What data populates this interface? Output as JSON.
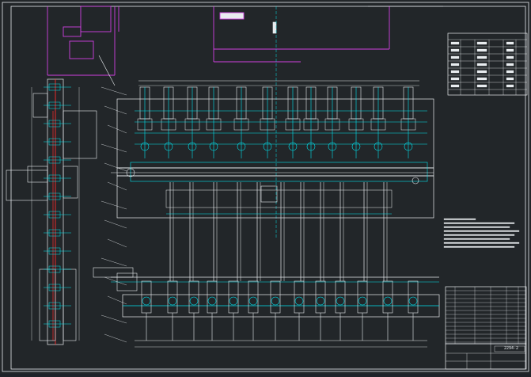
{
  "drawing": {
    "background": "#222629",
    "line_white": "#e8ecef",
    "line_cyan": "#00e5f0",
    "line_magenta": "#d040e0",
    "line_red": "#ff2a2a",
    "line_yellow": "#e8e030",
    "title_text": "2294-2"
  },
  "views": {
    "side_view": "side-elevation",
    "front_view": "front-elevation",
    "layout_view": "plant-layout-outline"
  },
  "tables": {
    "spec_table": "technical-specification-table",
    "parts_list": "parts-list-table",
    "title_block": "title-block"
  },
  "notes": {
    "block": "technical-requirements-notes"
  }
}
